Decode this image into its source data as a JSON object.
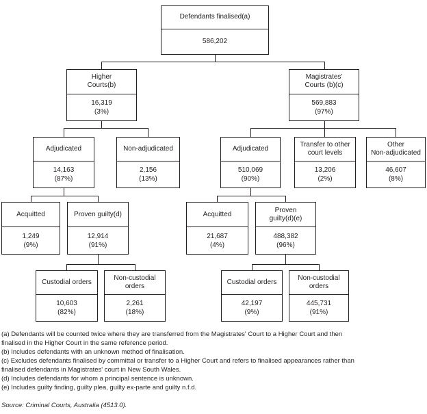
{
  "diagram": {
    "nodes": {
      "root": {
        "label": "Defendants finalised(a)",
        "value": "586,202"
      },
      "higher_courts": {
        "label": "Higher\nCourts(b)",
        "value": "16,319\n(3%)"
      },
      "magistrates_courts": {
        "label": "Magistrates'\nCourts (b)(c)",
        "value": "569,883\n(97%)"
      },
      "hc_adjudicated": {
        "label": "Adjudicated",
        "value": "14,163\n(87%)"
      },
      "hc_non_adjudicated": {
        "label": "Non-adjudicated",
        "value": "2,156\n(13%)"
      },
      "mc_adjudicated": {
        "label": "Adjudicated",
        "value": "510,069\n(90%)"
      },
      "mc_transfer": {
        "label": "Transfer to other\ncourt levels",
        "value": "13,206\n(2%)"
      },
      "mc_other_non_adjudicated": {
        "label": "Other\nNon-adjudicated",
        "value": "46,607\n(8%)"
      },
      "hc_acquitted": {
        "label": "Acquitted",
        "value": "1,249\n(9%)"
      },
      "hc_proven_guilty": {
        "label": "Proven guilty(d)",
        "value": "12,914\n(91%)"
      },
      "mc_acquitted": {
        "label": "Acquitted",
        "value": "21,687\n(4%)"
      },
      "mc_proven_guilty": {
        "label": "Proven\nguilty(d)(e)",
        "value": "488,382\n(96%)"
      },
      "hc_custodial": {
        "label": "Custodial orders",
        "value": "10,603\n(82%)"
      },
      "hc_non_custodial": {
        "label": "Non-custodial\norders",
        "value": "2,261\n(18%)"
      },
      "mc_custodial": {
        "label": "Custodial orders",
        "value": "42,197\n(9%)"
      },
      "mc_non_custodial": {
        "label": "Non-custodial\norders",
        "value": "445,731\n(91%)"
      }
    }
  },
  "footnotes": [
    "(a) Defendants will be counted twice where they are transferred from the Magistrates' Court to a Higher Court and then\nfinalised in the Higher Court in the same reference period.",
    "(b) Includes defendants with an unknown method of finalisation.",
    "(c) Excludes defendants finalised by committal or transfer to a Higher Court and refers to finalised appearances rather than\nfinalised defendants in Magistrates' court in New South Wales.",
    "(d) Includes defendants for whom a principal sentence is unknown.",
    "(e) Includes guilty finding, guilty plea, guilty ex-parte and guilty n.f.d."
  ],
  "source": "Source: Criminal Courts, Australia (4513.0)."
}
